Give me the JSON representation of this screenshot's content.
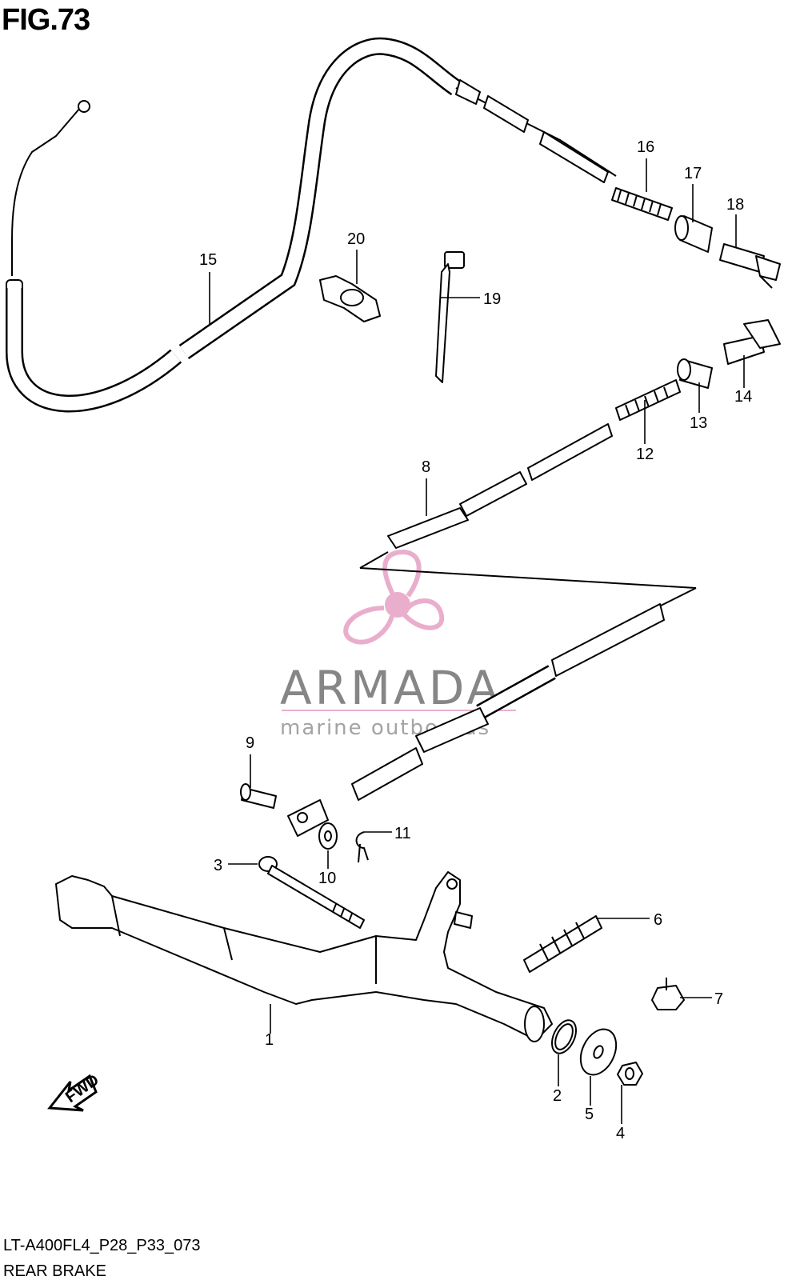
{
  "figure": {
    "title": "FIG.73",
    "code": "LT-A400FL4_P28_P33_073",
    "caption": "REAR BRAKE"
  },
  "watermark": {
    "brand": "ARMADA",
    "tagline": "marine outboards",
    "colors": {
      "logo": "#e8a6c8",
      "text": "#7a7a7a"
    }
  },
  "fwd_badge": {
    "text": "FWD"
  },
  "parts": [
    {
      "id": "1",
      "label": "1"
    },
    {
      "id": "2",
      "label": "2"
    },
    {
      "id": "3",
      "label": "3"
    },
    {
      "id": "4",
      "label": "4"
    },
    {
      "id": "5",
      "label": "5"
    },
    {
      "id": "6",
      "label": "6"
    },
    {
      "id": "7",
      "label": "7"
    },
    {
      "id": "8",
      "label": "8"
    },
    {
      "id": "9",
      "label": "9"
    },
    {
      "id": "10",
      "label": "10"
    },
    {
      "id": "11",
      "label": "11"
    },
    {
      "id": "12",
      "label": "12"
    },
    {
      "id": "13",
      "label": "13"
    },
    {
      "id": "14",
      "label": "14"
    },
    {
      "id": "15",
      "label": "15"
    },
    {
      "id": "16",
      "label": "16"
    },
    {
      "id": "17",
      "label": "17"
    },
    {
      "id": "18",
      "label": "18"
    },
    {
      "id": "19",
      "label": "19"
    },
    {
      "id": "20",
      "label": "20"
    }
  ]
}
